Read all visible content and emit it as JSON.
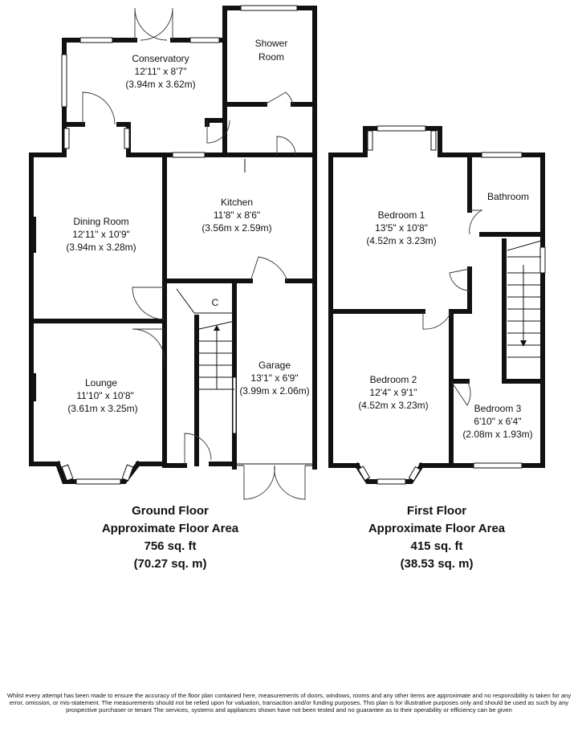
{
  "ground_floor": {
    "rooms": {
      "conservatory": {
        "name": "Conservatory",
        "imperial": "12'11\" x 8'7\"",
        "metric": "(3.94m x 3.62m)"
      },
      "shower_room": {
        "name_line1": "Shower",
        "name_line2": "Room"
      },
      "dining_room": {
        "name": "Dining Room",
        "imperial": "12'11\" x 10'9\"",
        "metric": "(3.94m x 3.28m)"
      },
      "kitchen": {
        "name": "Kitchen",
        "imperial": "11'8\" x 8'6\"",
        "metric": "(3.56m x 2.59m)"
      },
      "cupboard": {
        "name": "C"
      },
      "lounge": {
        "name": "Lounge",
        "imperial": "11'10\" x 10'8\"",
        "metric": "(3.61m x 3.25m)"
      },
      "garage": {
        "name": "Garage",
        "imperial": "13'1\" x 6'9\"",
        "metric": "(3.99m x 2.06m)"
      }
    },
    "caption": {
      "title": "Ground Floor",
      "subtitle": "Approximate Floor Area",
      "sqft": "756 sq. ft",
      "sqm": "(70.27 sq. m)"
    }
  },
  "first_floor": {
    "rooms": {
      "bathroom": {
        "name": "Bathroom"
      },
      "bedroom1": {
        "name": "Bedroom 1",
        "imperial": "13'5\" x 10'8\"",
        "metric": "(4.52m x 3.23m)"
      },
      "bedroom2": {
        "name": "Bedroom 2",
        "imperial": "12'4\" x 9'1\"",
        "metric": "(4.52m x 3.23m)"
      },
      "bedroom3": {
        "name": "Bedroom 3",
        "imperial": "6'10\" x 6'4\"",
        "metric": "(2.08m x 1.93m)"
      }
    },
    "caption": {
      "title": "First Floor",
      "subtitle": "Approximate Floor Area",
      "sqft": "415 sq. ft",
      "sqm": "(38.53 sq. m)"
    }
  },
  "disclaimer": "Whilst every attempt has been made to ensure the accuracy of the floor plan contained here, measurements of doors, windows, rooms and any other items are approximate and no responsibility is taken for any error, omission, or mis-statement. The measurements should not be relied upon for valuation, transaction and/or funding purposes. This plan is for illustrative purposes only and should be used as such by any prospective purchaser or tenant The services, systems and appliances shown have not been tested and no guarantee as to their operability or efficiency can be given"
}
